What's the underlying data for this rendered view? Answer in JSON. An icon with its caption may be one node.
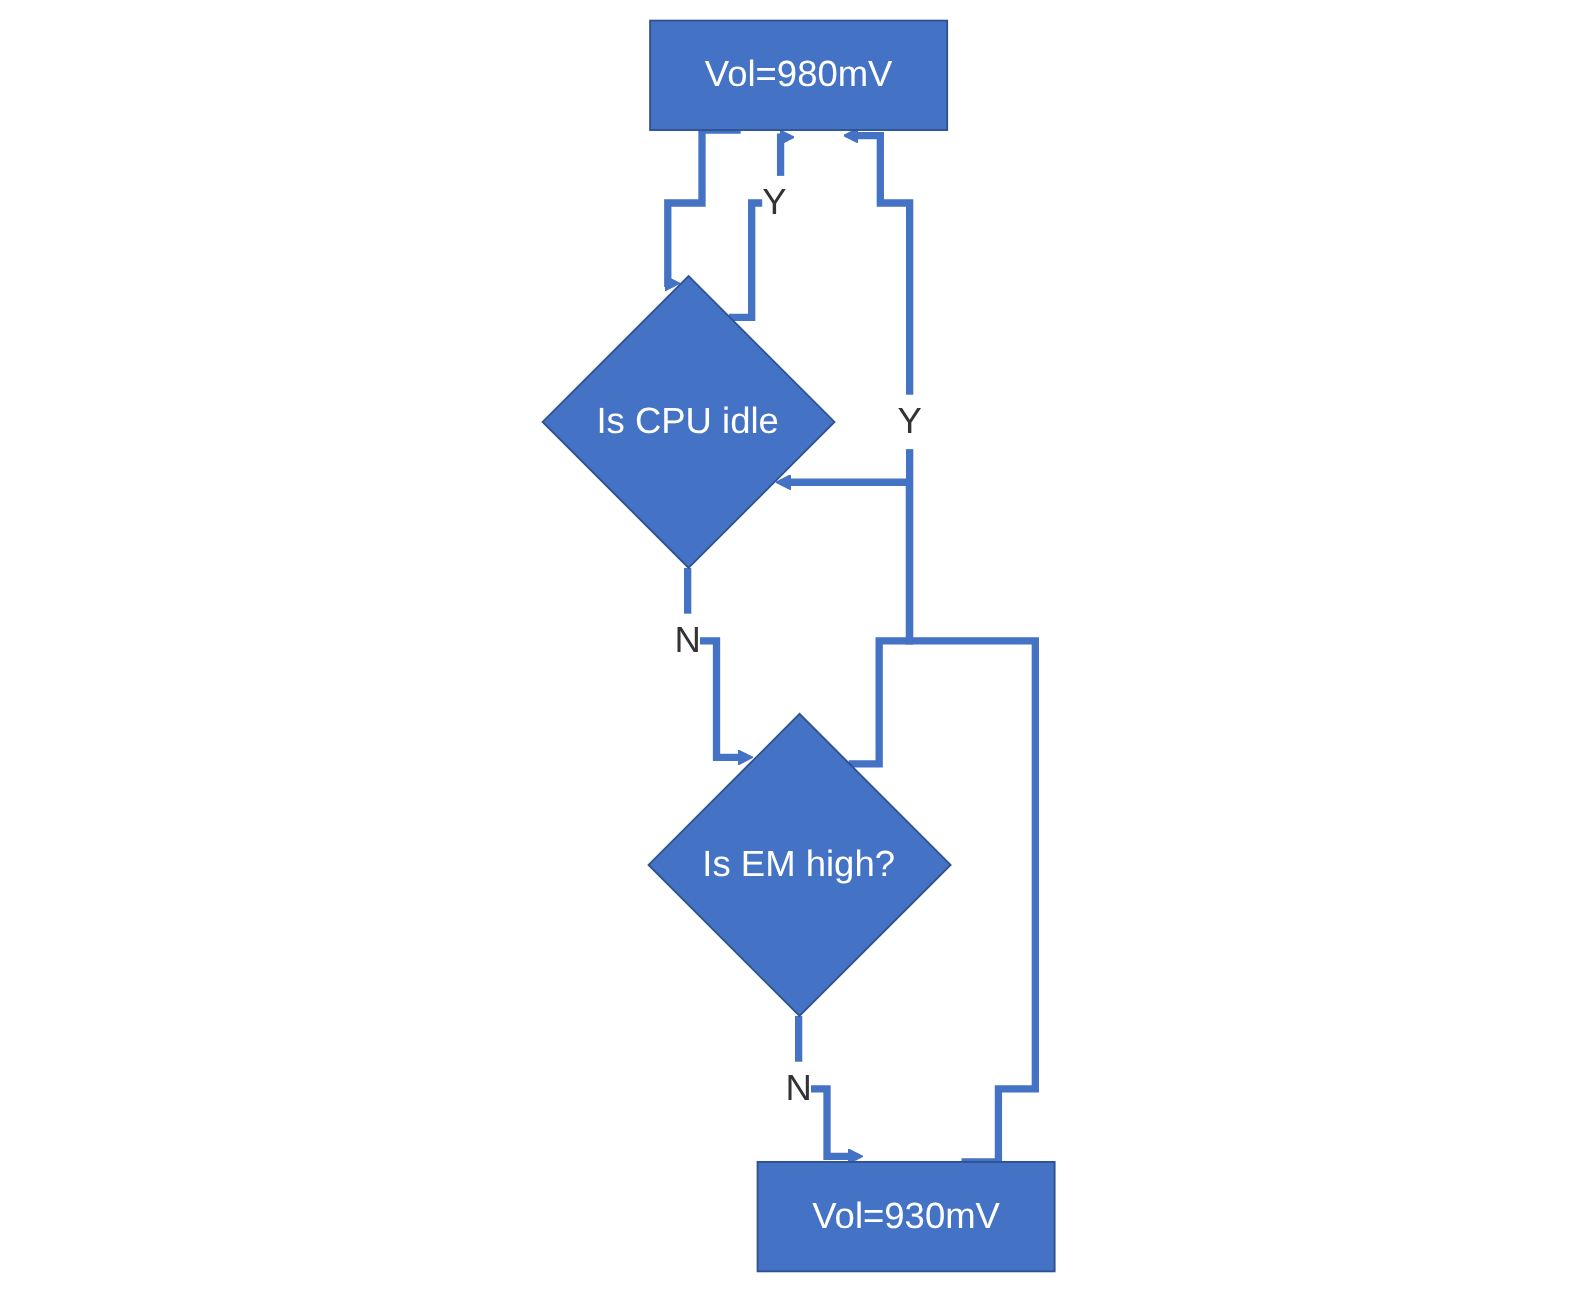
{
  "diagram": {
    "nodes": [
      {
        "text": [
          "Vol=980mV"
        ]
      },
      {
        "text": [
          "Is CPU idle"
        ]
      },
      {
        "text": [
          "Is EM high?"
        ]
      },
      {
        "text": [
          "Vol=930mV"
        ]
      }
    ],
    "edges": [
      {
        "from": 0,
        "to": 1,
        "arrow": "to"
      },
      {
        "from": 1,
        "to": 0,
        "arrow": "to",
        "label": "Y"
      },
      {
        "from": 1,
        "to": 2,
        "arrow": "to",
        "label": "N"
      },
      {
        "from": 2,
        "to": 0,
        "arrow": "to",
        "label": "Y"
      },
      {
        "from": 2,
        "to": 3,
        "arrow": "to",
        "label": "N"
      },
      {
        "from": 3,
        "to": 1,
        "arrow": "to"
      }
    ]
  }
}
